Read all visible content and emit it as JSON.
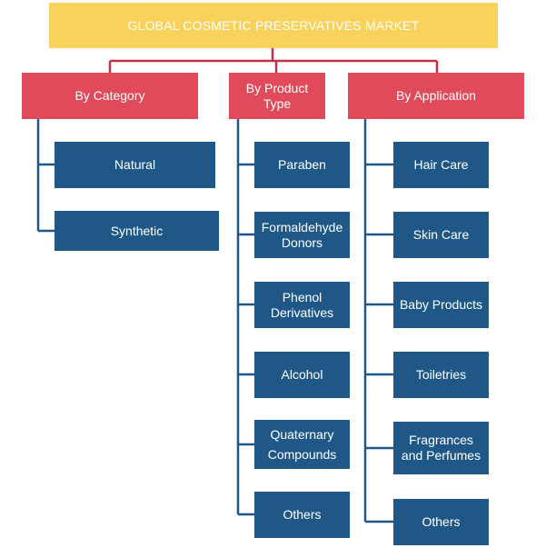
{
  "title": "GLOBAL COSMETIC PRESERVATIVES MARKET",
  "colors": {
    "title_fill": "#f9d25c",
    "category_fill": "#e14a5a",
    "leaf_fill": "#1f5887",
    "red_connector": "#c0324a",
    "blue_connector": "#1f5887"
  },
  "categories": [
    {
      "label": "By Category",
      "items": [
        "Natural",
        "Synthetic"
      ]
    },
    {
      "label": "By Product\nType",
      "items": [
        "Paraben",
        "Formaldehyde\nDonors",
        "Phenol\nDerivatives",
        "Alcohol",
        "Quaternary\nCompounds",
        "Others"
      ]
    },
    {
      "label": "By Application",
      "items": [
        "Hair Care",
        "Skin Care",
        "Baby Products",
        "Toiletries",
        "Fragrances\nand Perfumes",
        "Others"
      ]
    }
  ]
}
